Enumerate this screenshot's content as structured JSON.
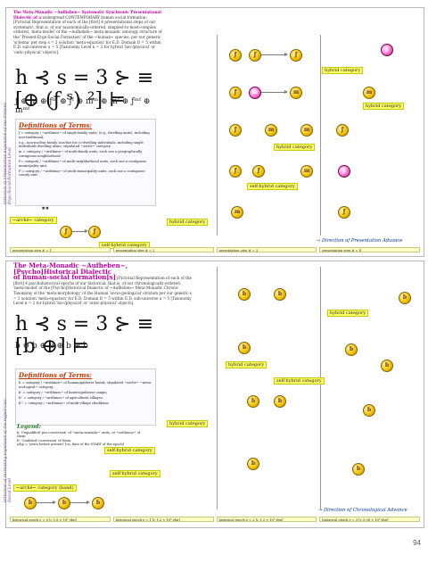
{
  "top": {
    "intro_title": "The Meta-Monadic ~Aufheben~ Systematic Synchronic Presentational Dialectic of a",
    "intro_body": "widespread CONTEMPORARY human social formation: [Pictorial Representation of each of the [first] 4 presentational steps of our systematic, that is, of our taxonomically-ordered, simplest-to-most-complex ordered, 'meta-model' of the ~Aufheben~ meta-monadic ontology structure of the 'Present-Ergo-Social Formation' of the ~human~ species, per our generic 'schema' per step s = 2 solution 'meta-equation' for E.D. Domain D = 5 within E.D. sub-universe u = 5 [Taxonomy Level n = 2 for hybrid 'bio-/physical' or 'ontic-physical' objects].",
    "formula_main": "h ⊰ s = 3 ⊱ ≡ [⊕ (ƒ ˢ) ²] ⊨",
    "formula_second": "ƒ ⊕ m ⊕ ƒᵐ ⊕ ƒᶠ ⊕ mᵐ ⊕ mᶠ ⊕ ƒᵐᶠ ⊕ mᵐᶠ",
    "def_title": "Definitions of Terms:",
    "definitions": [
      "ƒ = category / ~arithmos~ of single family units; (e.g., dwelling units), including non-traditional,",
      "e.g., non-nuclear family, non-but for co-dwelling individuals, including single individuals dwelling alone; stipulated ~arché~ category.",
      "m = category / ~arithmos~ of multi-family units, each one a geographically contiguous neighborhood.",
      "f'= category / ~arithmos~ of multi-neighborhood units, each one a contiguous municipality unit;",
      "f''= category / ~arithmos~ of multi-municipality units, each one a contiguous county unit."
    ],
    "arche_label": "~arché~ category",
    "hybrid_labels": [
      "self-hybrid category",
      "hybrid category",
      "hybrid category",
      "hybrid category",
      "self-hybrid category",
      "hybrid category"
    ],
    "advance_label": "Direction of Presentation Advance",
    "vertical_label": "Direction of Presentation Expansion of the Present-Ergo-Social-Formation Level",
    "epochs": [
      "presentation step # = 1",
      "presentation step # = 2",
      "presentation step # = 3",
      "presentation step # = 4"
    ]
  },
  "bottom": {
    "intro_title": "The Meta-Monadic ~Aufheben~, [Psycho]Historical Dialectic",
    "intro_sub": "of human-social formation[s]",
    "intro_body": "[Pictorial Representation of each of the [first] 4 psychohistorical epochs of our historical, that is, of our chronologically-ordered, 'meta-model' of the [Psycho]Historical Dialectic of ~Aufheben~ Meta-Monadic Chrono-Taxonomy of the 'meta-morphology' of the Human 'socio-geological' stratum per our generic s = 3 solution 'meta-equation' for E.D. Domain D = 5 within E.D. sub-universe u = 5 [Taxonomy Level n = 2 for hybrid 'bio-/physical' or 'ontic-physical' objects].",
    "formula_main": "h ⊰ s = 3 ⊱ ≡ [b ⊕] ⊨",
    "formula_second": "b ⊕ b ⊕ b ⊕ b ⊕ b",
    "def_title": "Definitions of Terms:",
    "definitions": [
      "b = category / ~arithmos~ of human/gatherer bands; stipulated ~arché~ ~meta-ecological~ category.",
      "b' = category / ~arithmos~ of hunter/gatherer camps;",
      "b'' = category / ~arithmos~ of agricultural villages;",
      "b''' = category / ~arithmos~ of multi-village chiefdoms."
    ],
    "legend_title": "Legend:",
    "legend_items": [
      "b: Unqualified 'pre-conversion' of ~meta-monadic~ units, or ~arithmos~ of them.",
      "b': Qualified 'conversion' of them.",
      "y/bp = 'years before present' [ca. date of the START of the epoch]"
    ],
    "arche_label": "~arché~ category (band)",
    "hybrid_labels": [
      "hybrid category",
      "self-hybrid category",
      "self-hybrid category",
      "hybrid category",
      "hybrid category",
      "self-hybrid category"
    ],
    "advance_label": "Direction of Chronological Advance",
    "vertical_label": "Direction of Increasing expansion of the Hyper-Geo-Social Level",
    "epochs": [
      "historical epoch e = 0 [c 1.8 × 10⁶ ybp]",
      "historical epoch e = 1 [c 1.2 × 10⁶ ybp]",
      "historical epoch e = 2 [c 1.3 × 10⁵ ybp]",
      "historical epoch e = 3 [c 5.58 × 10⁴ ybp]"
    ]
  },
  "page_number": "94"
}
